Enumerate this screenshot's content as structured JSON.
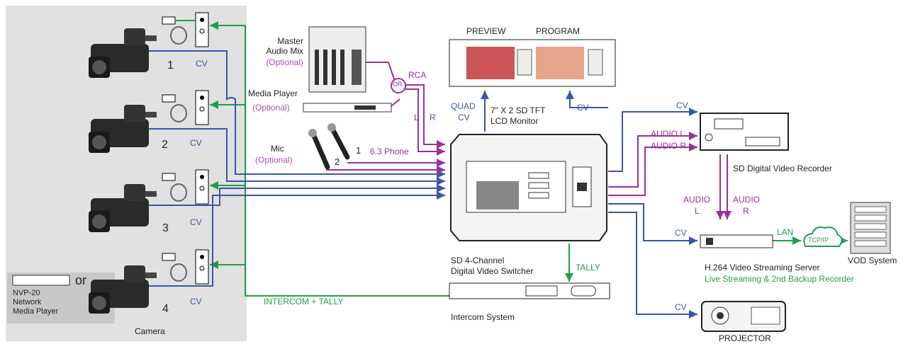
{
  "cameras": {
    "section_label": "Camera",
    "numbers": [
      "1",
      "2",
      "3",
      "4"
    ],
    "cv_label": "CV"
  },
  "nvp": {
    "or_label": "or",
    "name_line1": "NVP-20",
    "name_line2": "Network",
    "name_line3": "Media Player"
  },
  "audio_mixer": {
    "line1": "Master",
    "line2": "Audio Mix",
    "optional": "(Optional)"
  },
  "media_player": {
    "line1": "Media Player",
    "optional": "(Optional)"
  },
  "mic": {
    "line1": "Mic",
    "optional": "(Optional)",
    "num1": "1",
    "num2": "2",
    "phone": "6.3 Phone"
  },
  "or_circle": "OR",
  "rca": {
    "label": "RCA",
    "l": "L",
    "r": "R"
  },
  "monitor": {
    "preview": "PREVIEW",
    "program": "PROGRAM",
    "quad": "QUAD",
    "quad_cv": "CV",
    "line1": "7\"   X 2 SD TFT",
    "line2": "LCD Monitor",
    "cv_return": "CV"
  },
  "switcher": {
    "line1": "SD 4-Channel",
    "line2": "Digital Video Switcher",
    "tally": "TALLY",
    "intercom_tally": "INTERCOM + TALLY"
  },
  "intercom": {
    "label": "Intercom System"
  },
  "recorder": {
    "cv": "CV",
    "audio_l": "AUDIO L",
    "audio_r": "AUDIO R",
    "name": "SD Digital Video Recorder",
    "audio_down_l1": "AUDIO",
    "audio_down_l2": "L",
    "audio_down_r1": "AUDIO",
    "audio_down_r2": "R"
  },
  "streaming": {
    "cv": "CV",
    "lan": "LAN",
    "tcpip": "TCP/IP",
    "name": "H.264 Video Streaming Server",
    "sub": "Live Streaming & 2nd Backup Recorder"
  },
  "vod": {
    "label": "VOD System"
  },
  "projector": {
    "cv": "CV",
    "label": "PROJECTOR"
  },
  "colors": {
    "cv": "#3b55a8",
    "audio": "#9b2f9b",
    "intercom": "#1f9e4a"
  }
}
